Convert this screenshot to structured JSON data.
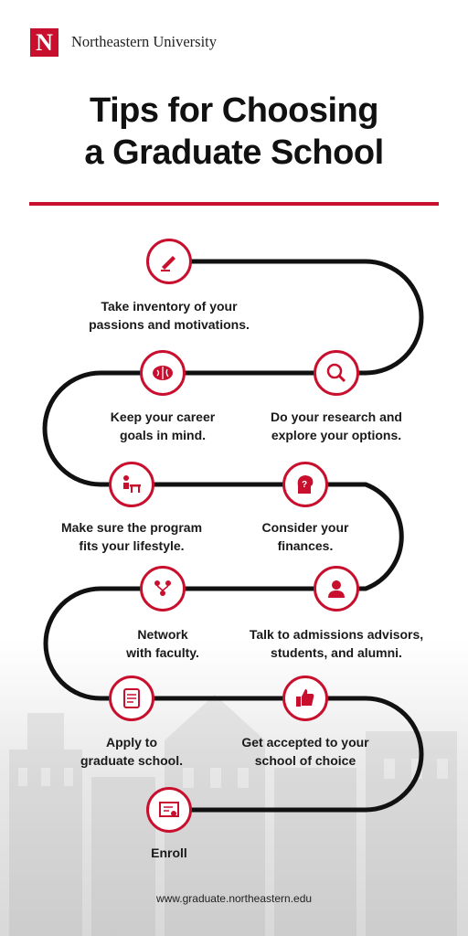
{
  "header": {
    "logo_letter": "N",
    "university": "Northeastern University"
  },
  "title": {
    "line1": "Tips for Choosing",
    "line2": "a Graduate School"
  },
  "colors": {
    "accent": "#c8102e",
    "path": "#111111"
  },
  "steps": [
    {
      "icon": "pen-writing-icon",
      "line1": "Take inventory of your",
      "line2": "passions and motivations."
    },
    {
      "icon": "brain-icon",
      "line1": "Keep your career",
      "line2": "goals in mind."
    },
    {
      "icon": "magnifier-icon",
      "line1": "Do your research and",
      "line2": "explore your options."
    },
    {
      "icon": "desk-person-icon",
      "line1": "Make sure the program",
      "line2": "fits your lifestyle."
    },
    {
      "icon": "question-head-icon",
      "line1": "Consider your",
      "line2": "finances."
    },
    {
      "icon": "people-network-icon",
      "line1": "Network",
      "line2": "with faculty."
    },
    {
      "icon": "advisor-person-icon",
      "line1": "Talk to admissions advisors,",
      "line2": "students, and alumni."
    },
    {
      "icon": "tablet-apply-icon",
      "line1": "Apply to",
      "line2": "graduate school."
    },
    {
      "icon": "thumbs-up-icon",
      "line1": "Get accepted to your",
      "line2": "school of choice"
    },
    {
      "icon": "diploma-certificate-icon",
      "line1": "Enroll",
      "line2": ""
    }
  ],
  "footer": {
    "url": "www.graduate.northeastern.edu"
  }
}
